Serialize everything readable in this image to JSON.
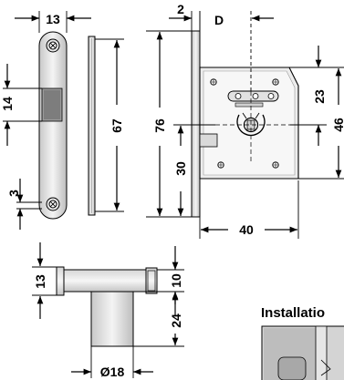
{
  "dimensions": {
    "d13_top": "13",
    "d14": "14",
    "d3": "3",
    "d67": "67",
    "d2": "2",
    "dD": "D",
    "d76": "76",
    "d30": "30",
    "d23": "23",
    "d46": "46",
    "d40": "40",
    "d13_side": "13",
    "d10": "10",
    "d24": "24",
    "d18": "Ø18"
  },
  "installation_heading": "Installatio"
}
